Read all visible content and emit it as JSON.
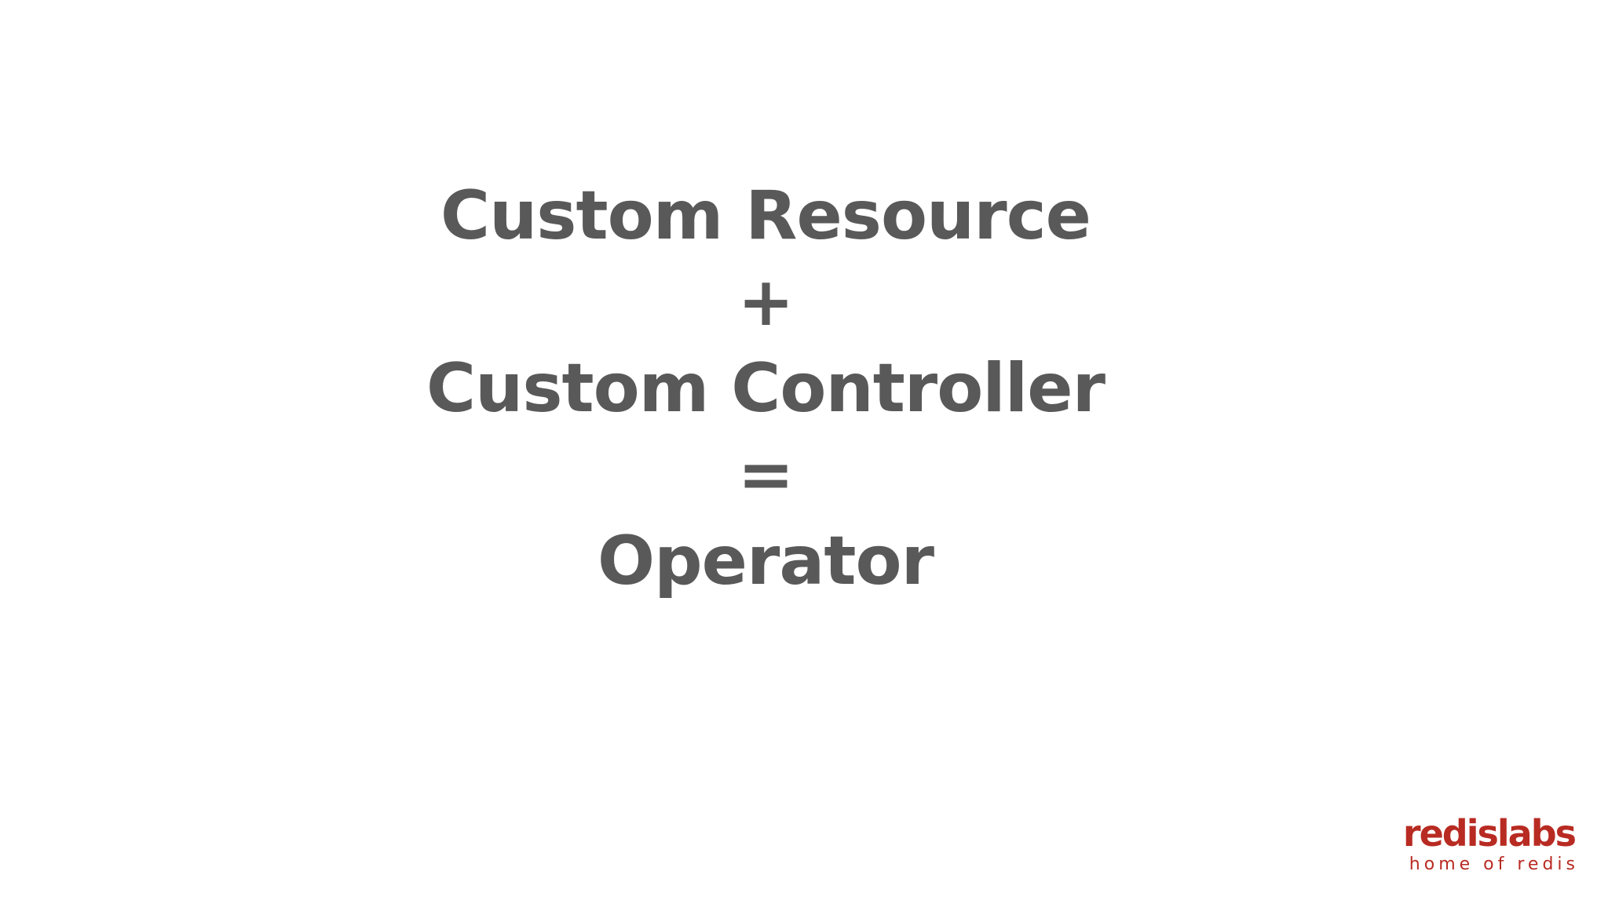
{
  "slide": {
    "lines": [
      "Custom Resource",
      "+",
      "Custom Controller",
      "=",
      "Operator"
    ]
  },
  "logo": {
    "wordmark": "redislabs",
    "tagline": "home of redis",
    "color": "#b82b22"
  },
  "colors": {
    "text": "#595959",
    "background": "#ffffff"
  }
}
